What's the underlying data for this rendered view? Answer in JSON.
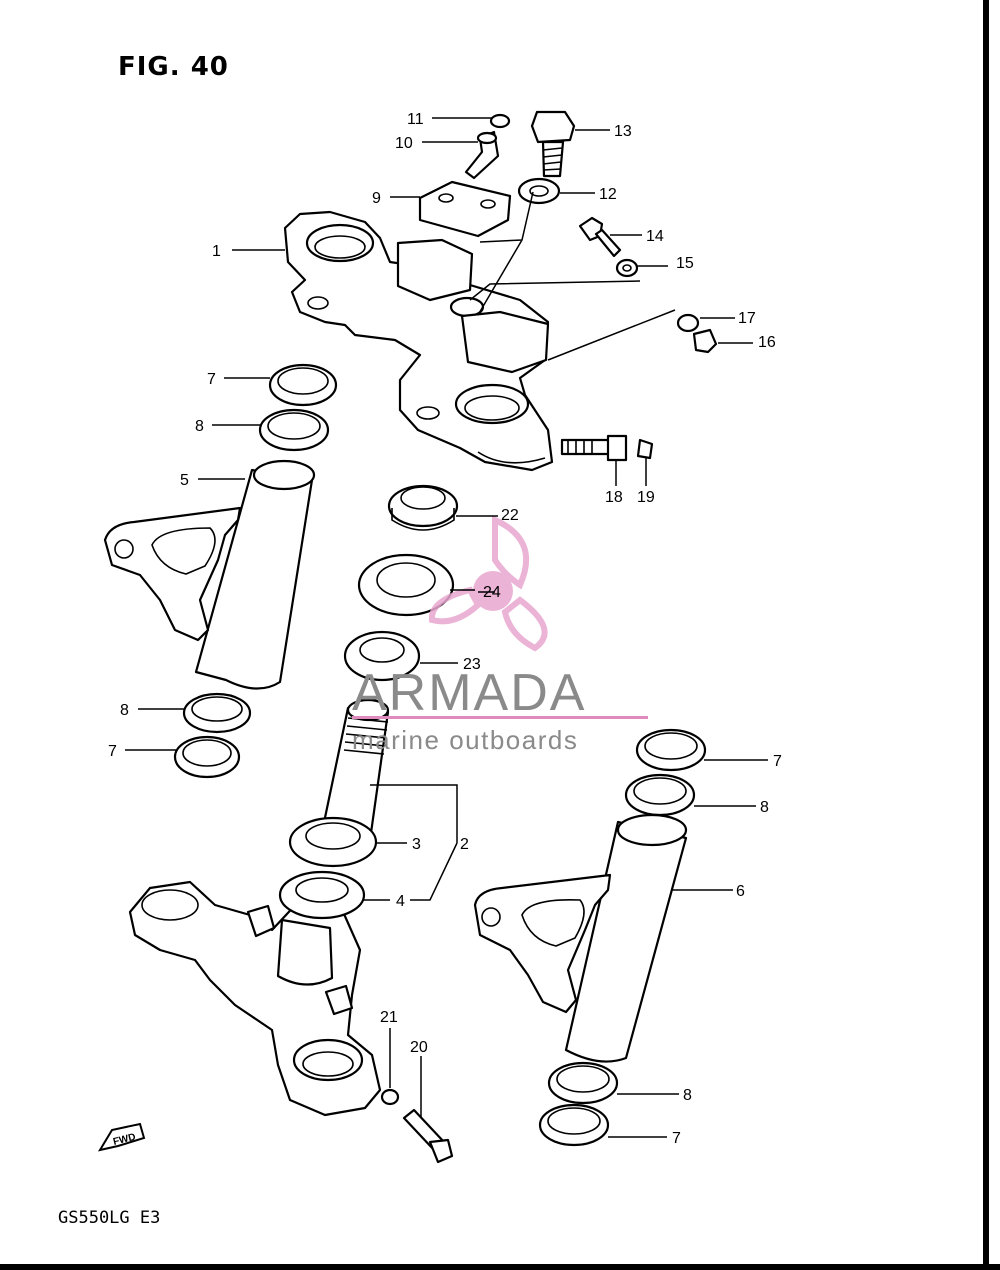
{
  "figure": {
    "title": "FIG. 40",
    "model_code": "GS550LG  E3",
    "fwd_label": "FWD"
  },
  "watermark": {
    "brand": "ARMADA",
    "tagline": "marine outboards",
    "colors": {
      "logo_pink": "#e8a6cf",
      "brand_gray": "#8a8a8a",
      "rule_pink": "#e08ac0"
    }
  },
  "callouts": [
    "1",
    "2",
    "3",
    "4",
    "5",
    "6",
    "7",
    "7",
    "7",
    "7",
    "8",
    "8",
    "8",
    "8",
    "9",
    "10",
    "11",
    "12",
    "13",
    "14",
    "15",
    "16",
    "17",
    "18",
    "19",
    "20",
    "21",
    "22",
    "23",
    "24"
  ]
}
